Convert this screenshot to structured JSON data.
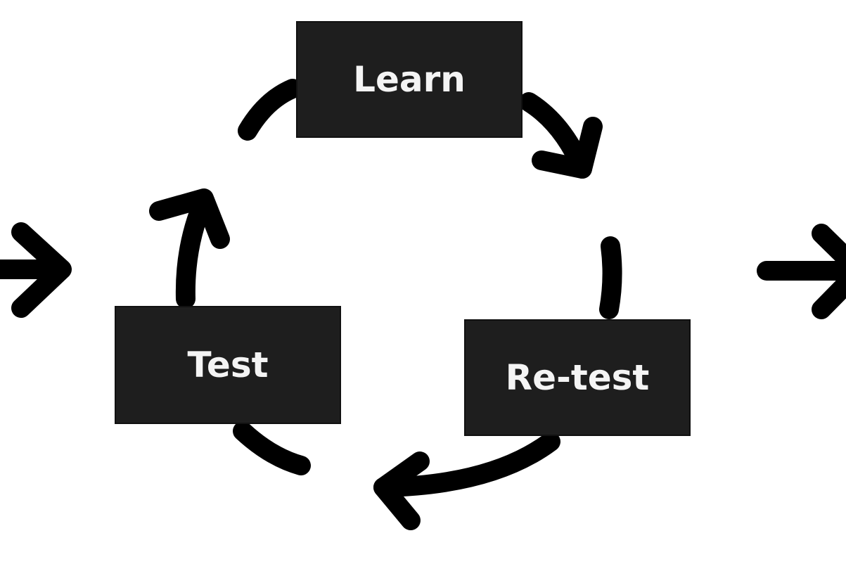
{
  "diagram": {
    "nodes": {
      "learn": "Learn",
      "test": "Test",
      "retest": "Re-test"
    },
    "colors": {
      "box_fill": "#1e1e1e",
      "box_text": "#f4f4f4",
      "arrow": "#000000",
      "background": "#ffffff"
    },
    "arrows": [
      "entry-arrow",
      "learn-to-retest-arrow",
      "retest-to-test-arrow",
      "test-to-learn-arrow",
      "exit-arrow"
    ]
  }
}
